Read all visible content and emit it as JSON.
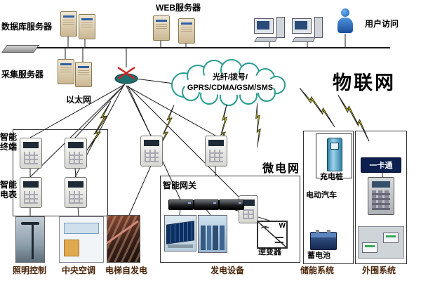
{
  "titles": {
    "iot": "物联网",
    "microgrid": "微电网"
  },
  "cloud": {
    "line1": "光纤/拨号/",
    "line2": "GPRS/CDMA/GSM/SMS"
  },
  "labels": {
    "db_server": "数据库服务器",
    "web_server": "WEB服务器",
    "user_access": "用户访问",
    "collect_server": "采集服务器",
    "ethernet": "以太网",
    "smart_terminal": "智能终端",
    "smart_meter": "智能电表",
    "smart_gateway": "智能网关",
    "charging_pile": "充电桩",
    "electric_vehicle": "电动汽车",
    "one_card": "一卡通",
    "inverter": "逆变器",
    "inverter_w": "W",
    "battery": "蓄电池",
    "lighting_control": "照明控制",
    "central_ac": "中央空调",
    "elevator_selfgen": "电梯自发电",
    "generation": "发电设备",
    "storage": "储能系统",
    "peripheral": "外围系统"
  },
  "colors": {
    "lightning": "#ffee00",
    "cloud_border": "#2a9d8f",
    "line": "#1a1a1a"
  }
}
